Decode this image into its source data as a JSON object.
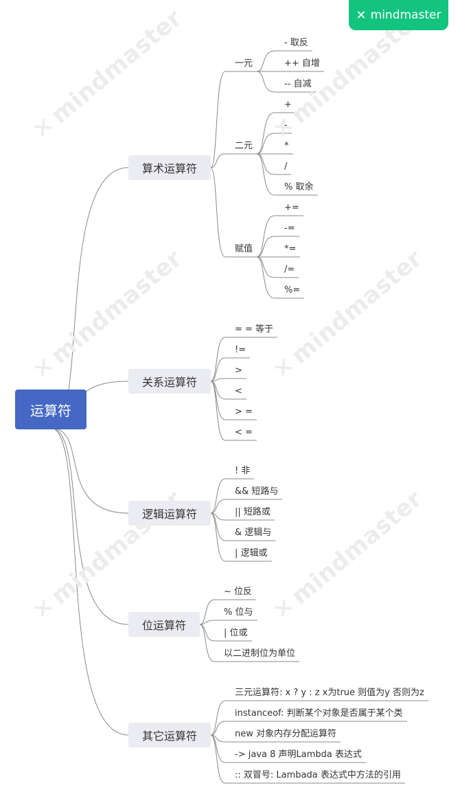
{
  "brand": {
    "name": "mindmaster"
  },
  "watermark": "mindmaster",
  "root": "运算符",
  "branches": [
    {
      "label": "算术运算符",
      "groups": [
        {
          "label": "一元",
          "items": [
            "- 取反",
            "++ 自增",
            "-- 自减"
          ]
        },
        {
          "label": "二元",
          "items": [
            "+",
            "-",
            "*",
            "/",
            "% 取余"
          ]
        },
        {
          "label": "赋值",
          "items": [
            "+=",
            "-=",
            "*=",
            "/=",
            "%="
          ]
        }
      ]
    },
    {
      "label": "关系运算符",
      "items": [
        "= =  等于",
        "!=",
        ">",
        "<",
        "> =",
        "< ="
      ]
    },
    {
      "label": "逻辑运算符",
      "items": [
        "!   非",
        "&& 短路与",
        "|| 短路或",
        "&  逻辑与",
        "|  逻辑或"
      ]
    },
    {
      "label": "位运算符",
      "items": [
        "~ 位反",
        "% 位与",
        "| 位或",
        "以二进制位为单位"
      ]
    },
    {
      "label": "其它运算符",
      "items": [
        "三元运算符:     x ? y : z    x为true 则值为y 否则为z",
        "instanceof:    判断某个对象是否属于某个类",
        "new 对象内存分配运算符",
        "-> java 8 声明Lambda 表达式",
        "::  双冒号:    Lambada 表达式中方法的引用"
      ]
    }
  ]
}
